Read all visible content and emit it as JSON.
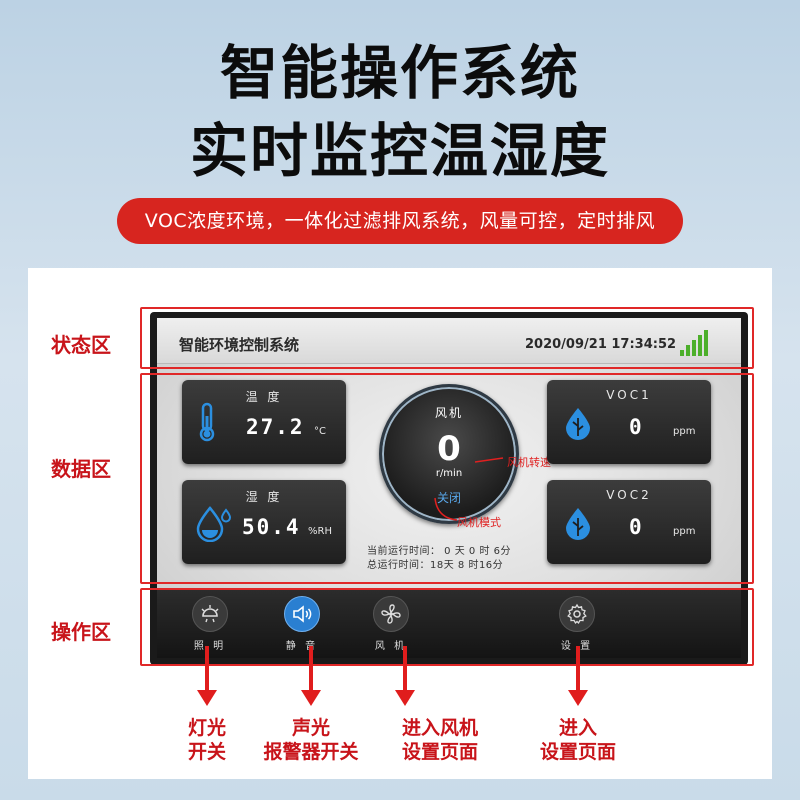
{
  "headline": {
    "line1": "智能操作系统",
    "line2": "实时监控温湿度"
  },
  "subtitle_pill": "VOC浓度环境，一体化过滤排风系统，风量可控，定时排风",
  "zones": {
    "status": "状态区",
    "data": "数据区",
    "operation": "操作区"
  },
  "screen": {
    "system_title": "智能环境控制系统",
    "datetime": "2020/09/21 17:34:52",
    "temperature": {
      "label": "温 度",
      "value": "27.2",
      "unit": "°C"
    },
    "humidity": {
      "label": "湿 度",
      "value": "50.4",
      "unit": "%RH"
    },
    "voc1": {
      "label": "VOC1",
      "value": "0",
      "unit": "ppm"
    },
    "voc2": {
      "label": "VOC2",
      "value": "0",
      "unit": "ppm"
    },
    "fan": {
      "label": "风机",
      "value": "0",
      "unit": "r/min",
      "mode": "关闭"
    },
    "runtime": {
      "current": "当前运行时间： 0 天 0 时 6分",
      "total": "总运行时间：18天 8 时16分"
    },
    "annotations": {
      "fan_speed": "风机转速",
      "fan_mode": "风机模式"
    },
    "nav": [
      {
        "label": "照 明",
        "icon": "lamp-icon"
      },
      {
        "label": "静 音",
        "icon": "speaker-icon"
      },
      {
        "label": "风 机",
        "icon": "fan-icon"
      },
      {
        "label": "设 置",
        "icon": "gear-icon"
      }
    ]
  },
  "callouts": {
    "light": [
      "灯光",
      "开关"
    ],
    "alarm": [
      "声光",
      "报警器开关"
    ],
    "fan": [
      "进入风机",
      "设置页面"
    ],
    "settings": [
      "进入",
      "设置页面"
    ]
  },
  "colors": {
    "accent_red": "#d7251f",
    "active_blue": "#2a7fd1",
    "icon_blue": "#2b8fe0",
    "signal_green": "#4caf2a"
  }
}
